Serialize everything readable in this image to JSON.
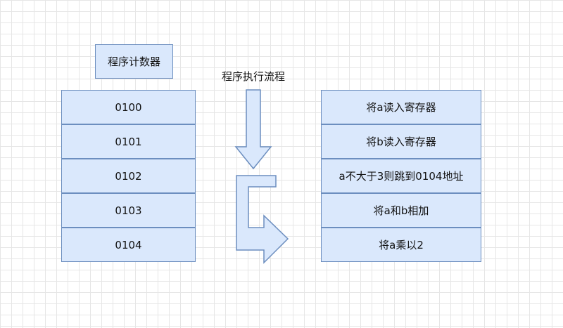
{
  "program_counter": {
    "label": "程序计数器",
    "addresses": [
      "0100",
      "0101",
      "0102",
      "0103",
      "0104"
    ]
  },
  "flow": {
    "label": "程序执行流程"
  },
  "instructions": [
    "将a读入寄存器",
    "将b读入寄存器",
    "a不大于3则跳到0104地址",
    "将a和b相加",
    "将a乘以2"
  ],
  "colors": {
    "box_fill": "#dae8fc",
    "box_border": "#6c8ebf",
    "grid": "#e6e6e6"
  }
}
